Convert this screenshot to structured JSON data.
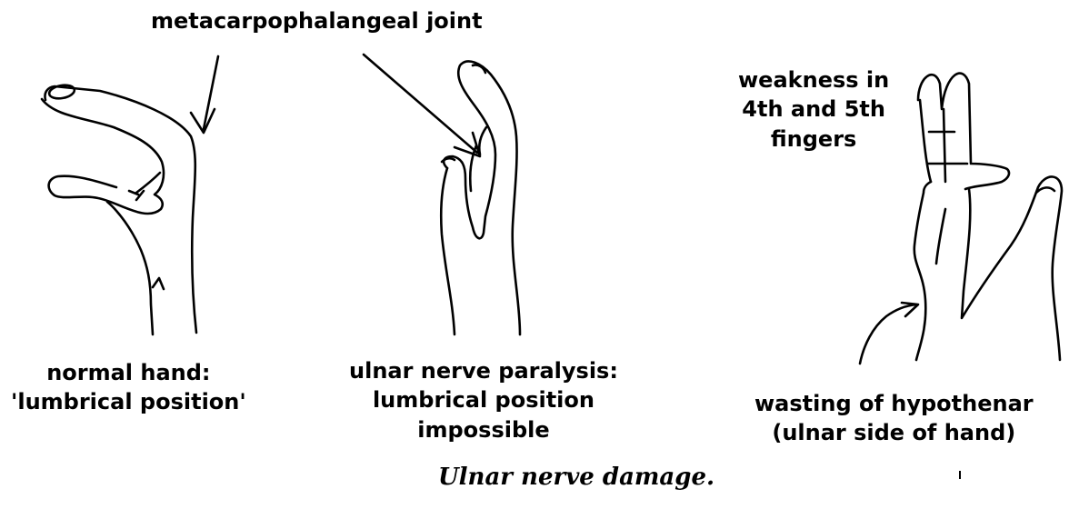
{
  "labels": {
    "joint": "metacarpophalangeal joint",
    "weakness": [
      "weakness in",
      "4th and 5th",
      "fingers"
    ],
    "normal": [
      "normal hand:",
      "'lumbrical position'"
    ],
    "ulnar": [
      "ulnar nerve paralysis:",
      "lumbrical position",
      "impossible"
    ],
    "wasting": [
      "wasting of hypothenar",
      "(ulnar side of hand)"
    ]
  },
  "caption": "Ulnar nerve damage."
}
